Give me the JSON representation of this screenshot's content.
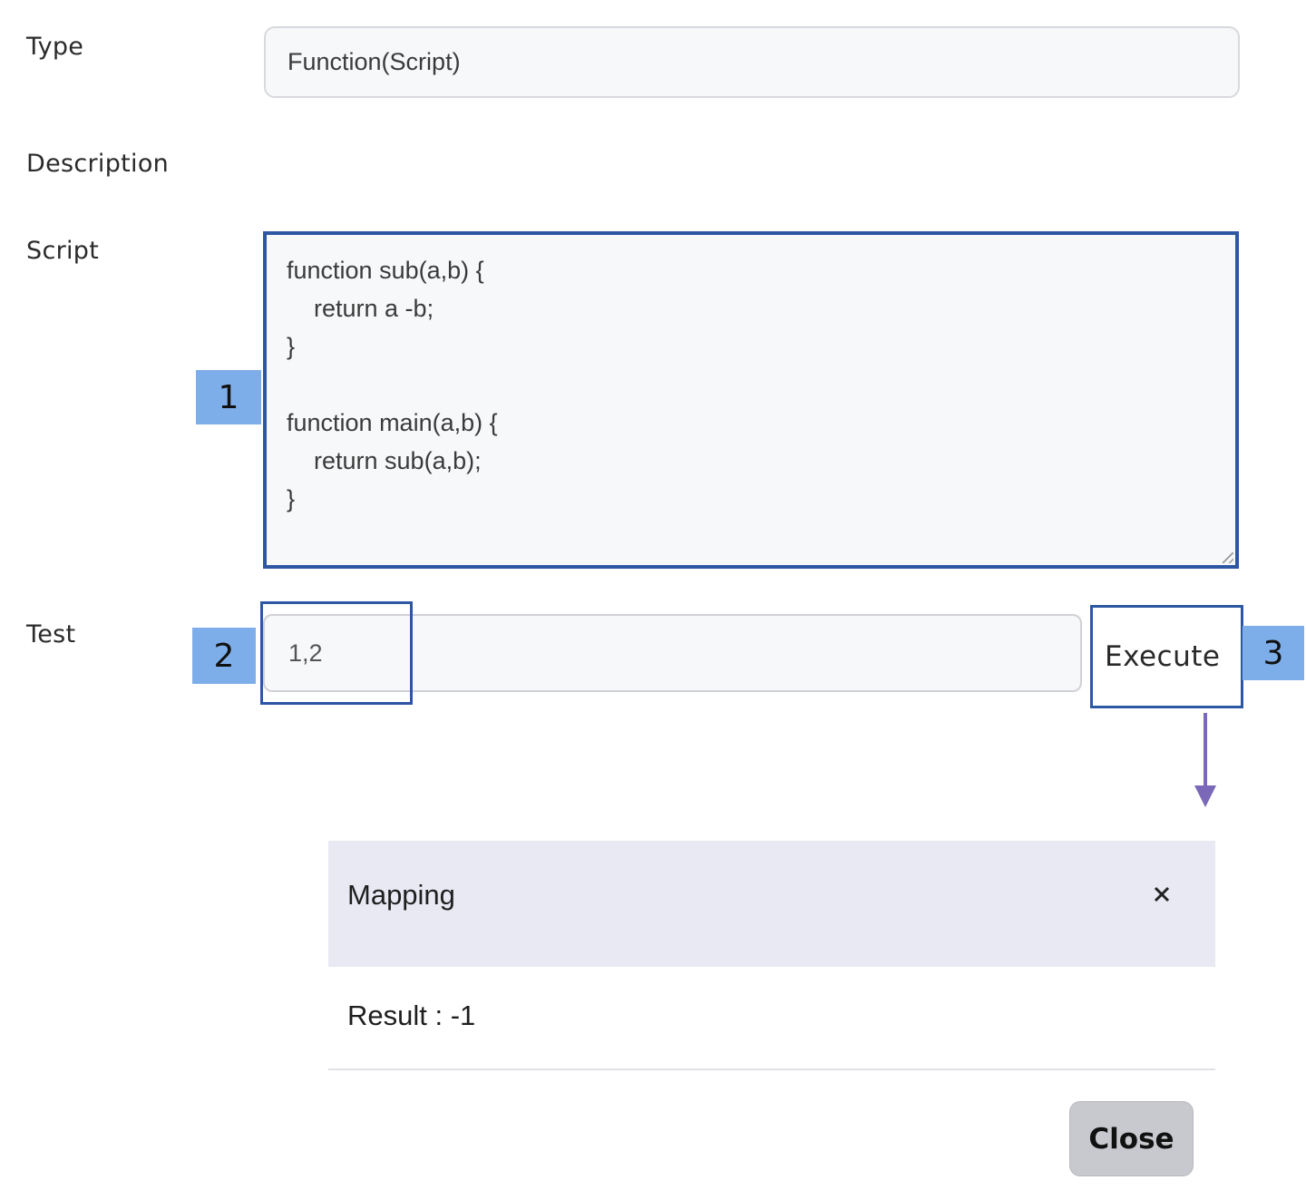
{
  "form": {
    "type_label": "Type",
    "type_value": "Function(Script)",
    "description_label": "Description",
    "script_label": "Script",
    "script_value": "function sub(a,b) {\n    return a -b;\n}\n\nfunction main(a,b) {\n    return sub(a,b);\n}",
    "test_label": "Test",
    "test_value": "1,2",
    "execute_label": "Execute"
  },
  "badges": {
    "one": "1",
    "two": "2",
    "three": "3"
  },
  "modal": {
    "title": "Mapping",
    "close_glyph": "×",
    "result_text": "Result : -1",
    "close_button_label": "Close"
  },
  "colors": {
    "highlight_border": "#2e57a3",
    "badge_fill": "#7eaee9",
    "arrow": "#7b68b8",
    "modal_header_bg": "#e8e9f3",
    "close_button_bg": "#c7c9ce"
  }
}
